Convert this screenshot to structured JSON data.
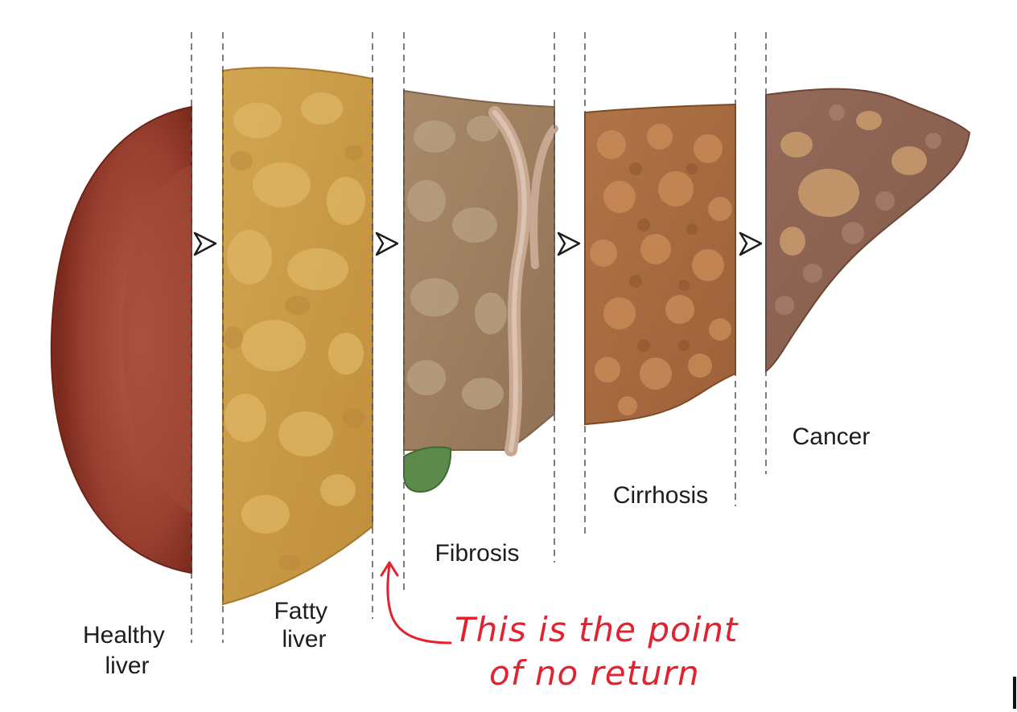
{
  "stages": [
    {
      "id": "healthy",
      "label_lines": [
        "Healthy",
        "liver"
      ]
    },
    {
      "id": "fatty",
      "label_lines": [
        "Fatty",
        "liver"
      ]
    },
    {
      "id": "fibrosis",
      "label_lines": [
        "Fibrosis"
      ]
    },
    {
      "id": "cirrhosis",
      "label_lines": [
        "Cirrhosis"
      ]
    },
    {
      "id": "cancer",
      "label_lines": [
        "Cancer"
      ]
    }
  ],
  "annotation": {
    "lines": [
      "This is the point",
      "of no return"
    ]
  },
  "colors": {
    "healthy": "#8c3325",
    "fatty": "#c99a45",
    "fibrosis": "#9d8061",
    "cirrhosis": "#a8683e",
    "cancer": "#8c6350",
    "annotation": "#e0232f",
    "gallbladder": "#5b8a4b"
  },
  "icons": [
    "arrow-icon"
  ]
}
